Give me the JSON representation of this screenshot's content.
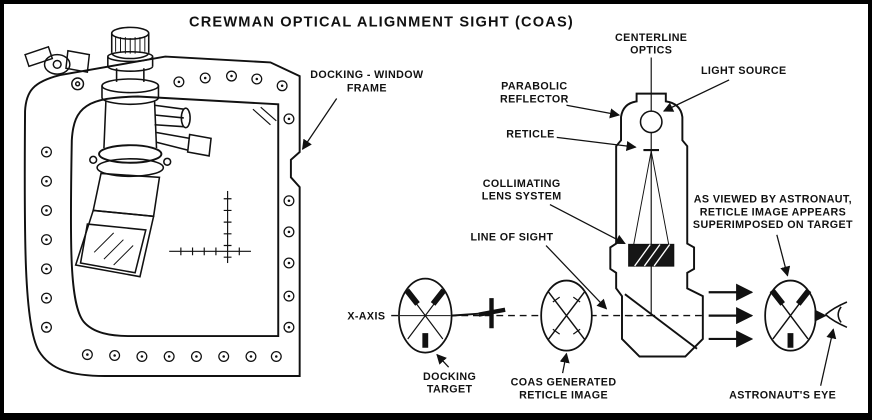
{
  "title": "CREWMAN OPTICAL ALIGNMENT SIGHT (COAS)",
  "colors": {
    "ink": "#111111",
    "paper": "#ffffff"
  },
  "left_view": {
    "docking_window_frame": {
      "line1": "DOCKING - WINDOW",
      "line2": "FRAME"
    }
  },
  "schematic": {
    "centerline_optics": {
      "line1": "CENTERLINE",
      "line2": "OPTICS"
    },
    "light_source": "LIGHT SOURCE",
    "parabolic_reflector": {
      "line1": "PARABOLIC",
      "line2": "REFLECTOR"
    },
    "reticle": "RETICLE",
    "collimating_lens": {
      "line1": "COLLIMATING",
      "line2": "LENS SYSTEM"
    },
    "line_of_sight": "LINE OF SIGHT",
    "x_axis": "X-AXIS",
    "as_viewed": {
      "line1": "AS VIEWED BY ASTRONAUT,",
      "line2": "RETICLE IMAGE APPEARS",
      "line3": "SUPERIMPOSED ON TARGET"
    },
    "docking_target": {
      "line1": "DOCKING",
      "line2": "TARGET"
    },
    "coas_generated": {
      "line1": "COAS GENERATED",
      "line2": "RETICLE IMAGE"
    },
    "astronauts_eye": "ASTRONAUT'S EYE"
  }
}
